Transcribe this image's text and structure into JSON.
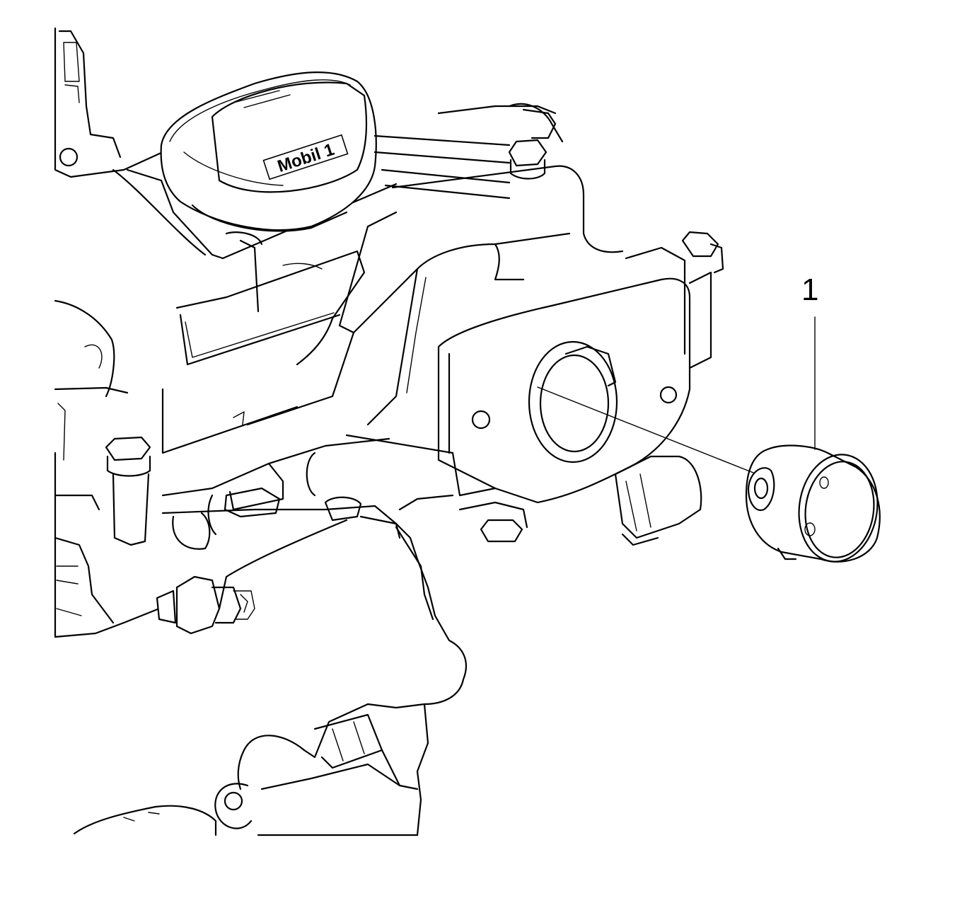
{
  "diagram": {
    "callouts": [
      {
        "number": "1",
        "part": "engine-mount-bushing"
      }
    ],
    "cap_brand_text": "Mobil 1",
    "colors": {
      "line": "#000000",
      "background": "#ffffff"
    }
  }
}
